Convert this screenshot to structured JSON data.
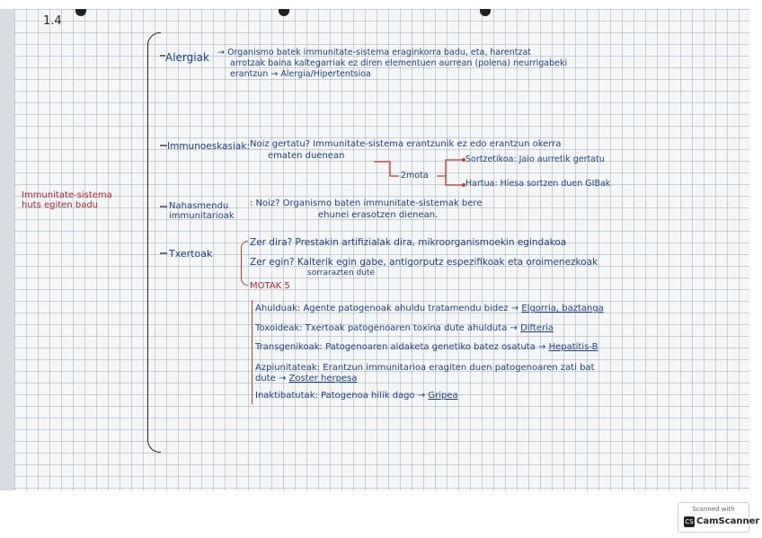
{
  "page_number": "1.4",
  "main_topic": [
    "Immunitate-sistema",
    "huts egiten badu"
  ],
  "alergiak": {
    "title": "Alergiak",
    "lines": [
      "→ Organismo batek immunitate-sistema eraginkorra badu, eta, harentzat",
      "arrotzak baina kaltegarriak ez diren elementuen aurrean (polena) neurrigabeki",
      "erantzun → Alergia/Hipertentsioa"
    ]
  },
  "immunoeskasiak": {
    "title": "Immunoeskasiak:",
    "q1": "Noiz gertatu? Immunitate-sistema erantzunik ez edo erantzun okerra",
    "q2": "ematen duenean",
    "mota": "2mota",
    "types": [
      "Sortzetikoa: Jaio aurretik gertatu",
      "Hartua: Hiesa sortzen duen GIBak"
    ]
  },
  "nahasmendu": {
    "title": [
      "Nahasmendu",
      "immunitarioak"
    ],
    "lines": [
      ": Noiz? Organismo baten immunitate-sistemak bere",
      "ehunei erasotzen dienean."
    ]
  },
  "txertoak": {
    "title": "Txertoak",
    "zer_dira": "Zer dira? Prestakin artifizialak dira, mikroorganismoekin egindakoa",
    "zer_egin": "Zer egin? Kalterik egin gabe, antigorputz espezifikoak eta oroimenezkoak",
    "zer_egin_2": "sorrarazten dute",
    "motak": "MOTAK 5",
    "types": [
      {
        "name": "Ahulduak",
        "desc": "Agente patogenoak ahuldu tratamendu bidez",
        "example": "Elgorria, baztanga"
      },
      {
        "name": "Toxoideak",
        "desc": "Txertoak patogenoaren toxina dute ahulduta",
        "example": "Difteria"
      },
      {
        "name": "Transgenikoak",
        "desc": "Patogenoaren aldaketa genetiko batez osatuta",
        "example": "Hepatitis-B"
      },
      {
        "name": "Azpiunitateak",
        "desc": "Erantzun immunitarioa eragiten duen patogenoaren zati bat",
        "desc2": "dute",
        "example": "Zoster herpesa"
      },
      {
        "name": "Inaktibatutak",
        "desc": "Patogenoa hilik dago",
        "example": "Gripea"
      }
    ]
  },
  "scanner": {
    "top": "Scanned with",
    "name": "CamScanner",
    "logo": "CS"
  }
}
